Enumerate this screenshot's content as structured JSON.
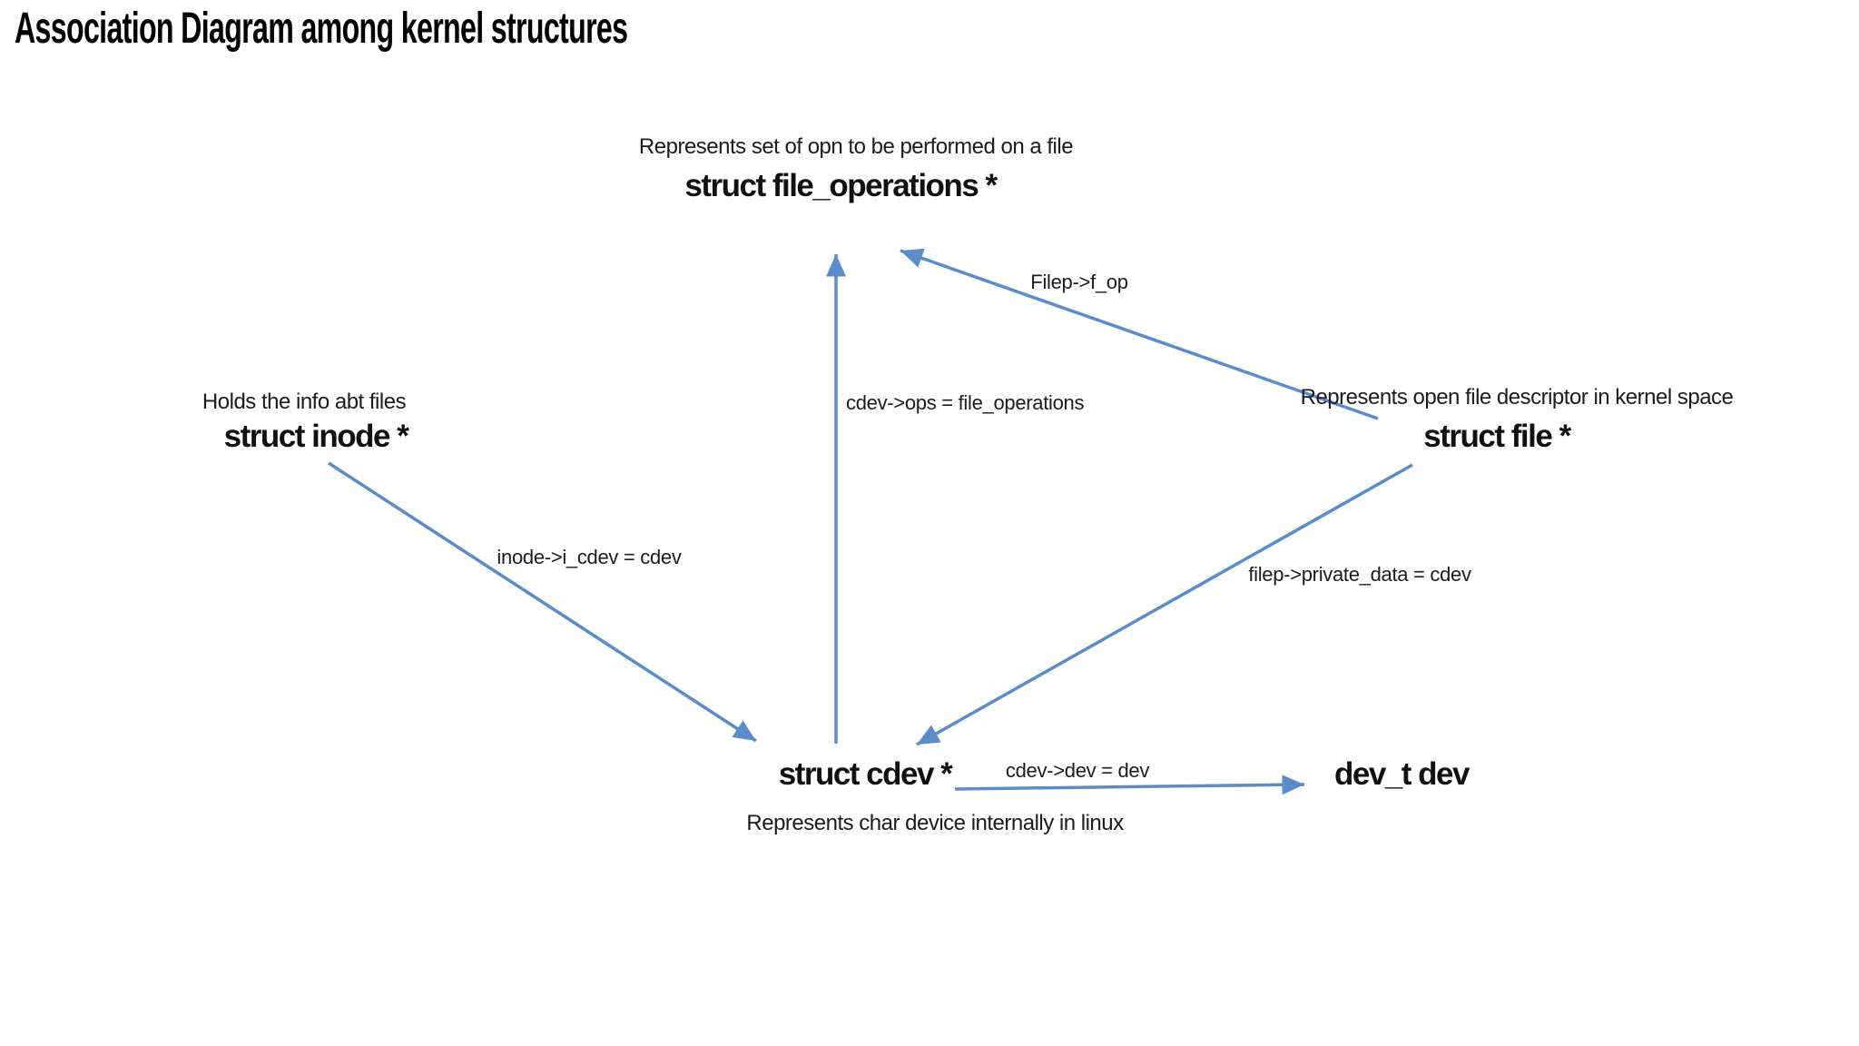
{
  "title": "Association Diagram among kernel structures",
  "colors": {
    "arrow": "#5b8cc8",
    "text": "#1a1a1a"
  },
  "nodes": {
    "file_operations": {
      "description": "Represents set of opn to be performed on a file",
      "name": "struct file_operations *"
    },
    "inode": {
      "description": "Holds the info abt files",
      "name": "struct inode *"
    },
    "file": {
      "description": "Represents open file descriptor in kernel space",
      "name": "struct file *"
    },
    "cdev": {
      "name": "struct cdev *",
      "description": "Represents char device internally in linux"
    },
    "dev": {
      "name": "dev_t dev"
    }
  },
  "edges": {
    "file_to_file_operations": {
      "label": "Filep->f_op",
      "from": "struct file *",
      "to": "struct file_operations *"
    },
    "cdev_to_file_operations": {
      "label": "cdev->ops = file_operations",
      "from": "struct cdev *",
      "to": "struct file_operations *"
    },
    "inode_to_cdev": {
      "label": "inode->i_cdev = cdev",
      "from": "struct inode *",
      "to": "struct cdev *"
    },
    "file_to_cdev": {
      "label": "filep->private_data = cdev",
      "from": "struct file *",
      "to": "struct cdev *"
    },
    "cdev_to_dev": {
      "label": "cdev->dev = dev",
      "from": "struct cdev *",
      "to": "dev_t dev"
    }
  }
}
